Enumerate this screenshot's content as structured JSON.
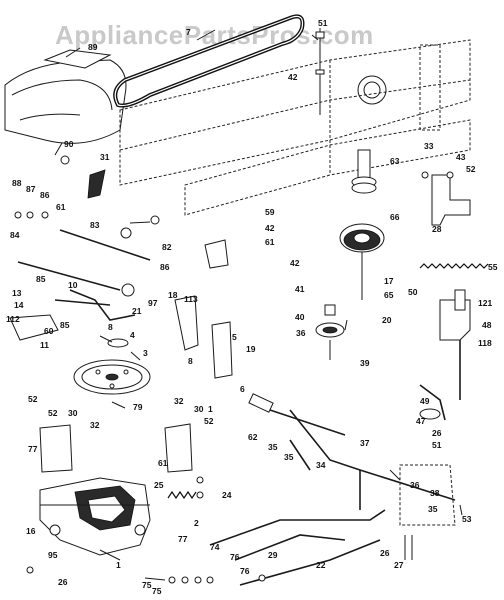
{
  "watermark": "AppliancePartsPros.com",
  "callouts": [
    "89",
    "7",
    "51",
    "42",
    "90",
    "31",
    "63",
    "33",
    "43",
    "52",
    "28",
    "88",
    "87",
    "86",
    "61",
    "59",
    "42",
    "61",
    "66",
    "83",
    "82",
    "84",
    "85",
    "10",
    "8",
    "21",
    "97",
    "18",
    "113",
    "86",
    "85",
    "11",
    "55",
    "17",
    "65",
    "20",
    "42",
    "41",
    "40",
    "50",
    "121",
    "48",
    "118",
    "39",
    "36",
    "13",
    "14",
    "112",
    "4",
    "3",
    "60",
    "5",
    "8",
    "19",
    "6",
    "1",
    "79",
    "62",
    "35",
    "35",
    "34",
    "37",
    "49",
    "47",
    "26",
    "51",
    "52",
    "52",
    "30",
    "32",
    "32",
    "30",
    "52",
    "61",
    "77",
    "25",
    "24",
    "2",
    "36",
    "38",
    "35",
    "1",
    "77",
    "74",
    "76",
    "95",
    "26",
    "75",
    "75",
    "76",
    "16",
    "27",
    "26",
    "29",
    "22",
    "53"
  ]
}
